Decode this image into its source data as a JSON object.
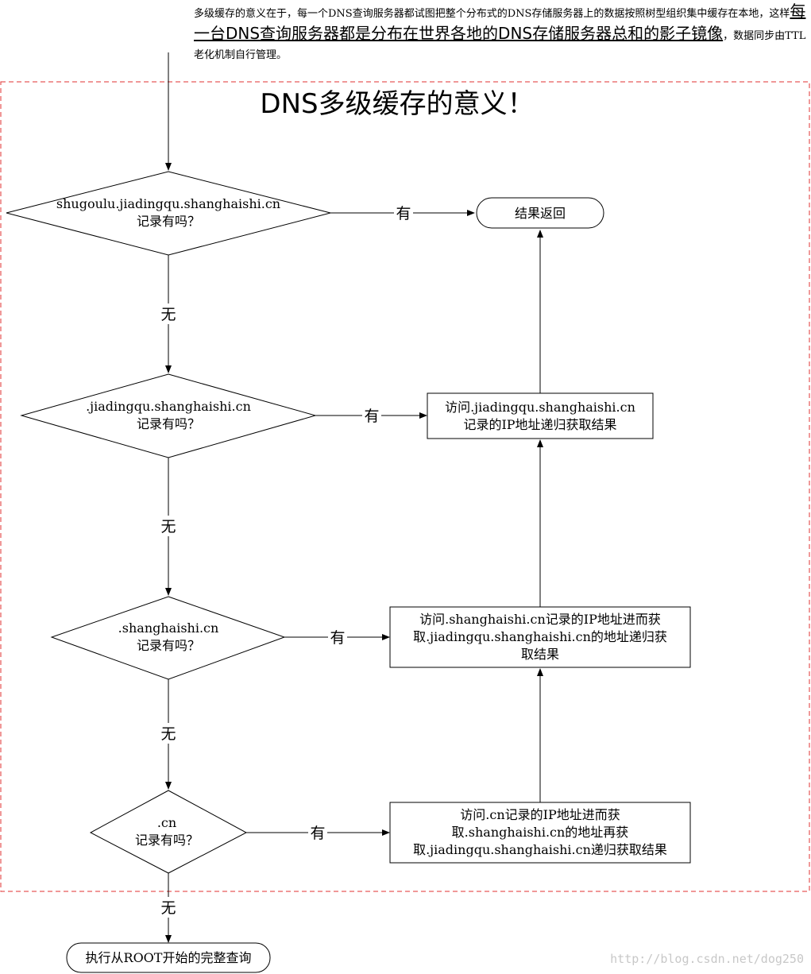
{
  "intro": {
    "part1": "多级缓存的意义在于，每一个DNS查询服务器都试图把整个分布式的DNS存储服务器上的数据按照树型组织集中缓存在本地，这样",
    "emphasis": "每一台DNS查询服务器都是分布在世界各地的DNS存储服务器总和的影子镜像",
    "part2": "，数据同步由TTL老化机制自行管理。"
  },
  "title": "DNS多级缓存的意义！",
  "decisions": [
    {
      "domain": "shugoulu.jiadingqu.shanghaishi.cn",
      "question": "记录有吗？"
    },
    {
      "domain": ".jiadingqu.shanghaishi.cn",
      "question": "记录有吗？"
    },
    {
      "domain": ".shanghaishi.cn",
      "question": "记录有吗？"
    },
    {
      "domain": ".cn",
      "question": "记录有吗？"
    }
  ],
  "result_node": "结果返回",
  "process_nodes": [
    {
      "lines": [
        "访问.jiadingqu.shanghaishi.cn",
        "记录的IP地址递归获取结果"
      ]
    },
    {
      "lines": [
        "访问.shanghaishi.cn记录的IP地址进而获",
        "取.jiadingqu.shanghaishi.cn的地址递归获",
        "取结果"
      ]
    },
    {
      "lines": [
        "访问.cn记录的IP地址进而获",
        "取.shanghaishi.cn的地址再获",
        "取.jiadingqu.shanghaishi.cn递归获取结果"
      ]
    }
  ],
  "labels": {
    "yes": "有",
    "no": "无"
  },
  "final_node": "执行从ROOT开始的完整查询",
  "watermark": "http://blog.csdn.net/dog250"
}
